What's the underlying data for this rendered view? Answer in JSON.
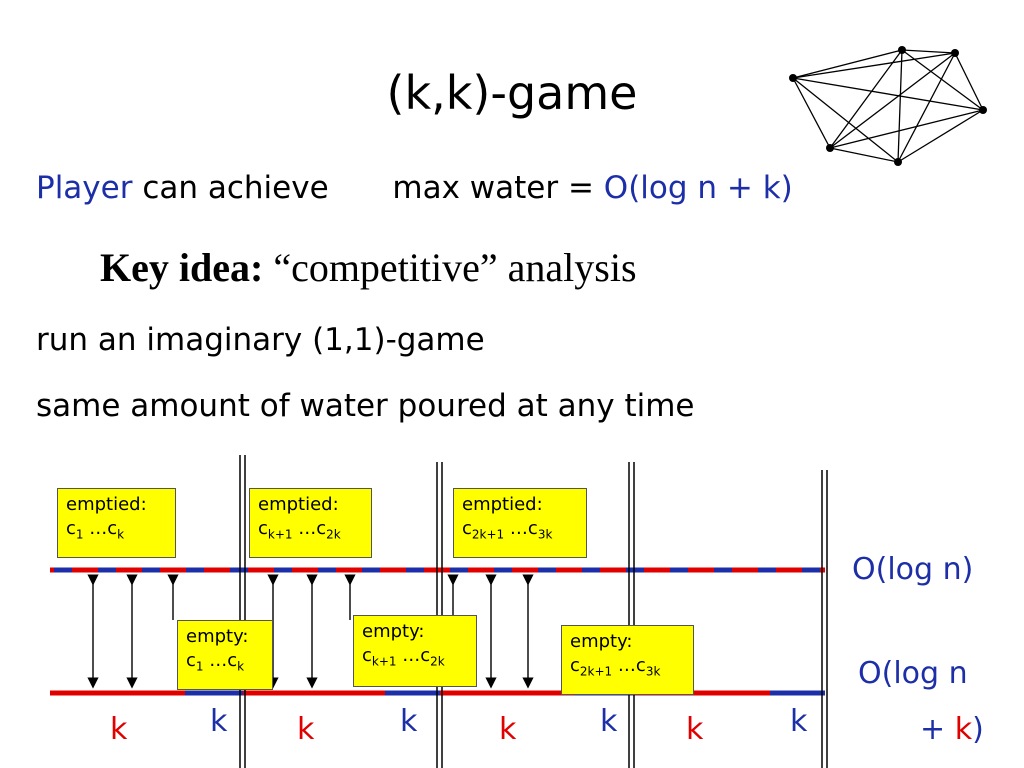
{
  "title": "(k,k)-game",
  "line1": {
    "player": "Player",
    "can_achieve": "can achieve",
    "max_water": "max water = ",
    "bound": "O(log n + k)"
  },
  "key_idea": {
    "label": "Key idea:",
    "text": "“competitive” analysis"
  },
  "line3": "run an imaginary (1,1)-game",
  "line4": "same amount of water poured at any time",
  "boxes_top": [
    {
      "label": "emptied:",
      "c1": "c",
      "s1": "1",
      "dots": " …c",
      "s2": "k"
    },
    {
      "label": "emptied:",
      "c1": "c",
      "s1": "k+1",
      "dots": " …c",
      "s2": "2k"
    },
    {
      "label": "emptied:",
      "c1": "c",
      "s1": "2k+1",
      "dots": " …c",
      "s2": "3k"
    }
  ],
  "boxes_bottom": [
    {
      "label": "empty:",
      "c1": "c",
      "s1": "1",
      "dots": " …c",
      "s2": "k"
    },
    {
      "label": "empty:",
      "c1": "c",
      "s1": "k+1",
      "dots": " …c",
      "s2": "2k"
    },
    {
      "label": "empty:",
      "c1": "c",
      "s1": "2k+1",
      "dots": " …c",
      "s2": "3k"
    }
  ],
  "k_labels": [
    "k",
    "k",
    "k",
    "k",
    "k",
    "k",
    "k",
    "k"
  ],
  "right_labels": {
    "top": "O(log n)",
    "bottom_1": "O(log n",
    "bottom_2a": "+ ",
    "bottom_2b": "k",
    "bottom_2c": ")"
  },
  "colors": {
    "blue": "#1d2fa8",
    "red": "#e00000",
    "yellow": "#ffff00"
  }
}
